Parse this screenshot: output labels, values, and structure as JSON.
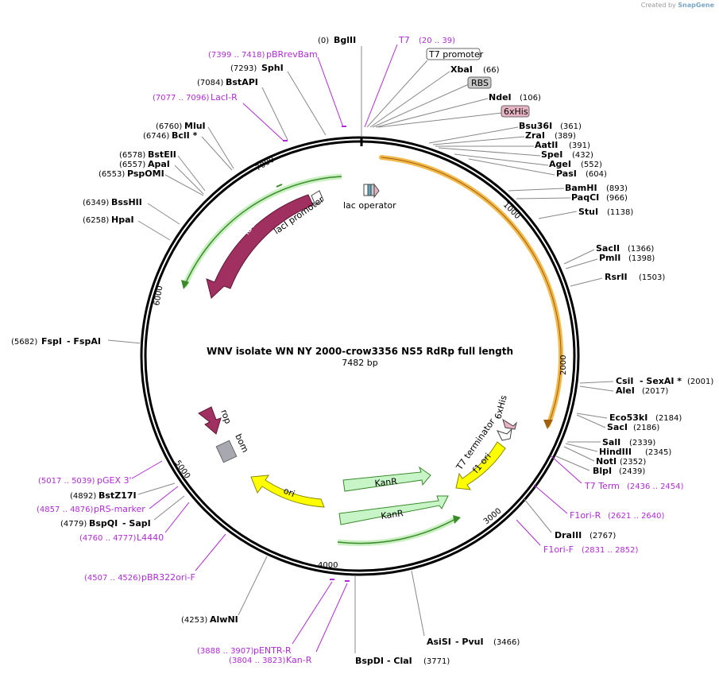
{
  "credit": {
    "prefix": "Created by",
    "brand": "SnapGene"
  },
  "plasmid": {
    "name": "WNV isolate WN NY 2000-crow3356 NS5 RdRp full length",
    "length_label": "7482 bp"
  },
  "ticks": [
    "1000",
    "2000",
    "3000",
    "4000",
    "5000",
    "6000",
    "7000"
  ],
  "enzymes": [
    {
      "id": "bglii",
      "pos": "(0)",
      "name": "BglII"
    },
    {
      "id": "xbai",
      "pos": "(66)",
      "name": "XbaI"
    },
    {
      "id": "ndei",
      "pos": "(106)",
      "name": "NdeI"
    },
    {
      "id": "bsu36i",
      "pos": "(361)",
      "name": "Bsu36I"
    },
    {
      "id": "zrai",
      "pos": "(389)",
      "name": "ZraI"
    },
    {
      "id": "aatii",
      "pos": "(391)",
      "name": "AatII"
    },
    {
      "id": "spei",
      "pos": "(432)",
      "name": "SpeI"
    },
    {
      "id": "agei",
      "pos": "(552)",
      "name": "AgeI"
    },
    {
      "id": "pasi",
      "pos": "(604)",
      "name": "PasI"
    },
    {
      "id": "bamhi",
      "pos": "(893)",
      "name": "BamHI"
    },
    {
      "id": "paqci",
      "pos": "(966)",
      "name": "PaqCI"
    },
    {
      "id": "stui",
      "pos": "(1138)",
      "name": "StuI"
    },
    {
      "id": "sacii",
      "pos": "(1366)",
      "name": "SacII"
    },
    {
      "id": "pmli",
      "pos": "(1398)",
      "name": "PmlI"
    },
    {
      "id": "rsrii",
      "pos": "(1503)",
      "name": "RsrII"
    },
    {
      "id": "csii",
      "pos": "(2001)",
      "name": "CsiI",
      "name2": "- SexAI *"
    },
    {
      "id": "alei",
      "pos": "(2017)",
      "name": "AleI"
    },
    {
      "id": "eco53ki",
      "pos": "(2184)",
      "name": "Eco53kI"
    },
    {
      "id": "saci",
      "pos": "(2186)",
      "name": "SacI"
    },
    {
      "id": "sali",
      "pos": "(2339)",
      "name": "SalI"
    },
    {
      "id": "hindiii",
      "pos": "(2345)",
      "name": "HindIII"
    },
    {
      "id": "noti",
      "pos": "(2352)",
      "name": "NotI"
    },
    {
      "id": "blpi",
      "pos": "(2439)",
      "name": "BlpI"
    },
    {
      "id": "draiii",
      "pos": "(2767)",
      "name": "DraIII"
    },
    {
      "id": "asisi",
      "pos": "(3466)",
      "name": "AsiSI",
      "name2": "- PvuI"
    },
    {
      "id": "bspdi",
      "pos": "(3771)",
      "name": "BspDI",
      "name2": "- ClaI"
    },
    {
      "id": "alwni",
      "pos": "(4253)",
      "name": "AlwNI"
    },
    {
      "id": "bspqi",
      "pos": "(4779)",
      "name": "BspQI",
      "name2": "- SapI"
    },
    {
      "id": "bstz17i",
      "pos": "(4892)",
      "name": "BstZ17I"
    },
    {
      "id": "fspi",
      "pos": "(5682)",
      "name": "FspI",
      "name2": "- FspAI"
    },
    {
      "id": "hpai",
      "pos": "(6258)",
      "name": "HpaI"
    },
    {
      "id": "bsshii",
      "pos": "(6349)",
      "name": "BssHII"
    },
    {
      "id": "pspomi",
      "pos": "(6553)",
      "name": "PspOMI"
    },
    {
      "id": "apai",
      "pos": "(6557)",
      "name": "ApaI"
    },
    {
      "id": "bsteii",
      "pos": "(6578)",
      "name": "BstEII"
    },
    {
      "id": "bcli",
      "pos": "(6746)",
      "name": "BclI *"
    },
    {
      "id": "mlui",
      "pos": "(6760)",
      "name": "MluI"
    },
    {
      "id": "bstapi",
      "pos": "(7084)",
      "name": "BstAPI"
    },
    {
      "id": "sphi",
      "pos": "(7293)",
      "name": "SphI"
    }
  ],
  "primers": [
    {
      "id": "t7",
      "name": "T7",
      "range": "(20 .. 39)"
    },
    {
      "id": "pbrrevbam",
      "name": "pBRrevBam",
      "range": "(7399 .. 7418)"
    },
    {
      "id": "laci-r",
      "name": "LacI-R",
      "range": "(7077 .. 7096)"
    },
    {
      "id": "t7-term",
      "name": "T7 Term",
      "range": "(2436 .. 2454)"
    },
    {
      "id": "f1ori-r",
      "name": "F1ori-R",
      "range": "(2621 .. 2640)"
    },
    {
      "id": "f1ori-f",
      "name": "F1ori-F",
      "range": "(2831 .. 2852)"
    },
    {
      "id": "pentr-r",
      "name": "pENTR-R",
      "range": "(3888 .. 3907)"
    },
    {
      "id": "kan-r",
      "name": "Kan-R",
      "range": "(3804 .. 3823)"
    },
    {
      "id": "pbr322ori-f",
      "name": "pBR322ori-F",
      "range": "(4507 .. 4526)"
    },
    {
      "id": "l4440",
      "name": "L4440",
      "range": "(4760 .. 4777)"
    },
    {
      "id": "prs-marker",
      "name": "pRS-marker",
      "range": "(4857 .. 4876)"
    },
    {
      "id": "pgex3",
      "name": "pGEX 3'",
      "range": "(5017 .. 5039)"
    }
  ],
  "features": {
    "boxed": [
      {
        "id": "t7-promoter",
        "label": "T7 promoter",
        "fill": "#ffffff"
      },
      {
        "id": "rbs",
        "label": "RBS",
        "fill": "#c8c8c8"
      },
      {
        "id": "6xhis-box",
        "label": "6xHis",
        "fill": "#e8b4c4"
      }
    ],
    "inner": {
      "lac_operator": "lac operator",
      "laci_promoter": "lacI promoter",
      "laci": "lacI",
      "rop": "rop",
      "bom": "bom",
      "ori": "ori",
      "kanr_1": "KanR",
      "kanr_2": "KanR",
      "f1_ori": "f1 ori",
      "t7_terminator": "T7 terminator",
      "his_inner": "6xHis"
    }
  },
  "colors": {
    "backbone": "#000000",
    "insert": "#f3b94a",
    "laci": "#a03060",
    "rop": "#a03060",
    "green_feature": "#c8f0c0",
    "ori": "#ffff00",
    "primer": "#b02bd6",
    "bom": "#a8a8b0"
  }
}
